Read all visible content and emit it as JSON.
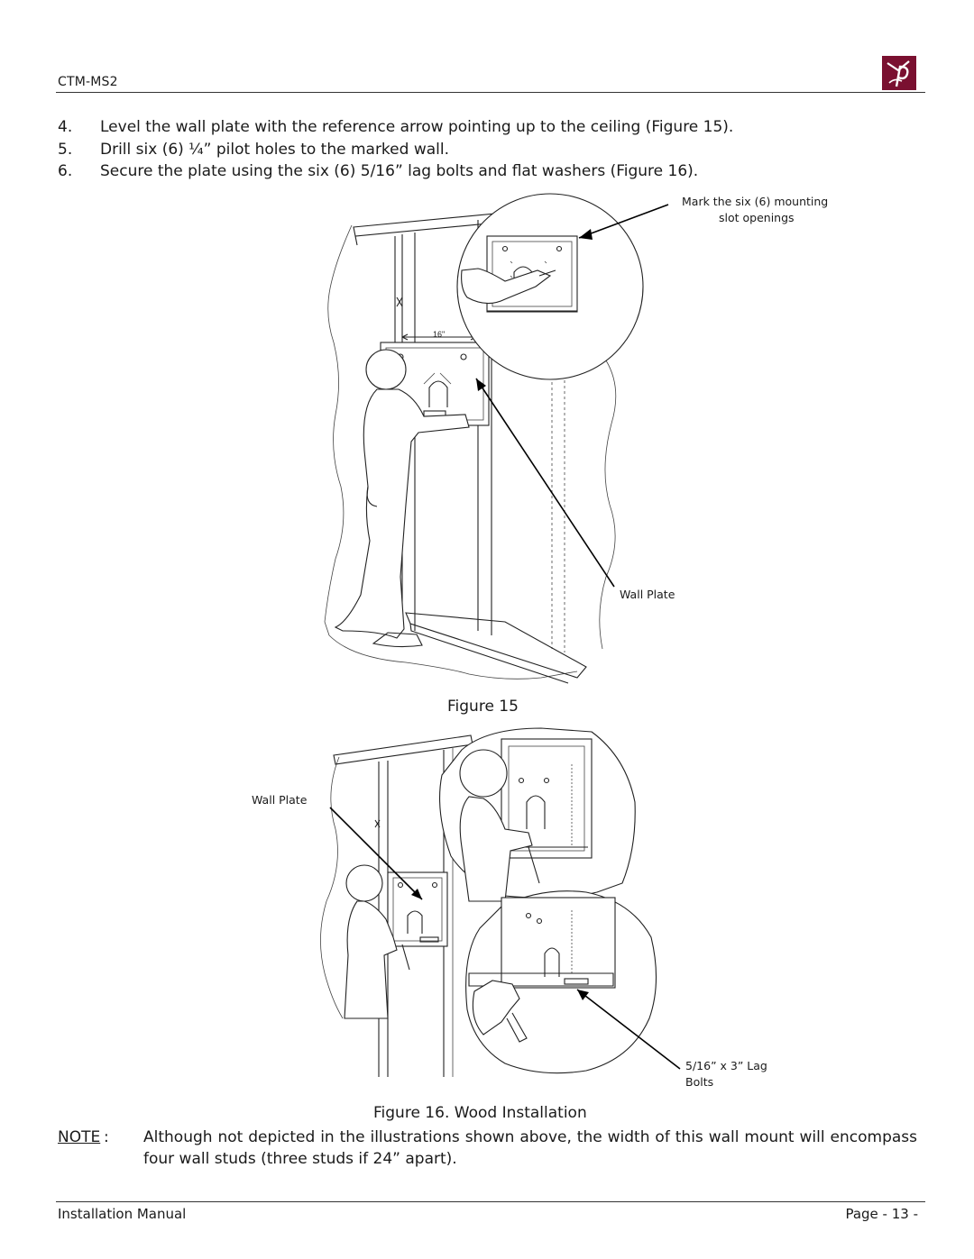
{
  "header": {
    "model": "CTM-MS2",
    "logo_icon": "maroon-p-logo-icon"
  },
  "steps": [
    {
      "number": "4.",
      "text": "Level the wall plate with the reference arrow pointing up to the ceiling (Figure 15)."
    },
    {
      "number": "5.",
      "text": "Drill six (6) ¼” pilot holes to the marked wall."
    },
    {
      "number": "6.",
      "text": "Secure the plate using the six (6) 5/16” lag bolts and flat washers (Figure 16)."
    }
  ],
  "figure15": {
    "callout_mark_line1": "Mark the six (6) mounting",
    "callout_mark_line2": "slot openings",
    "callout_wall_plate": "Wall Plate",
    "dimension": "16\"",
    "caption": "Figure 15"
  },
  "figure16": {
    "callout_wall_plate": "Wall Plate",
    "callout_lag_line1": "5/16” x 3” Lag",
    "callout_lag_line2": "Bolts",
    "caption_bold": "Figure 16.",
    "caption_rest": " Wood Installation"
  },
  "note": {
    "label": "NOTE",
    "colon": ":",
    "text": "Although not depicted in the illustrations shown above, the width of this wall mount will encompass four wall studs (three studs if 24” apart)."
  },
  "footer": {
    "left": "Installation Manual",
    "right": "Page - 13 -"
  },
  "colors": {
    "logo": "#7a1030",
    "text": "#1a1a1a"
  }
}
